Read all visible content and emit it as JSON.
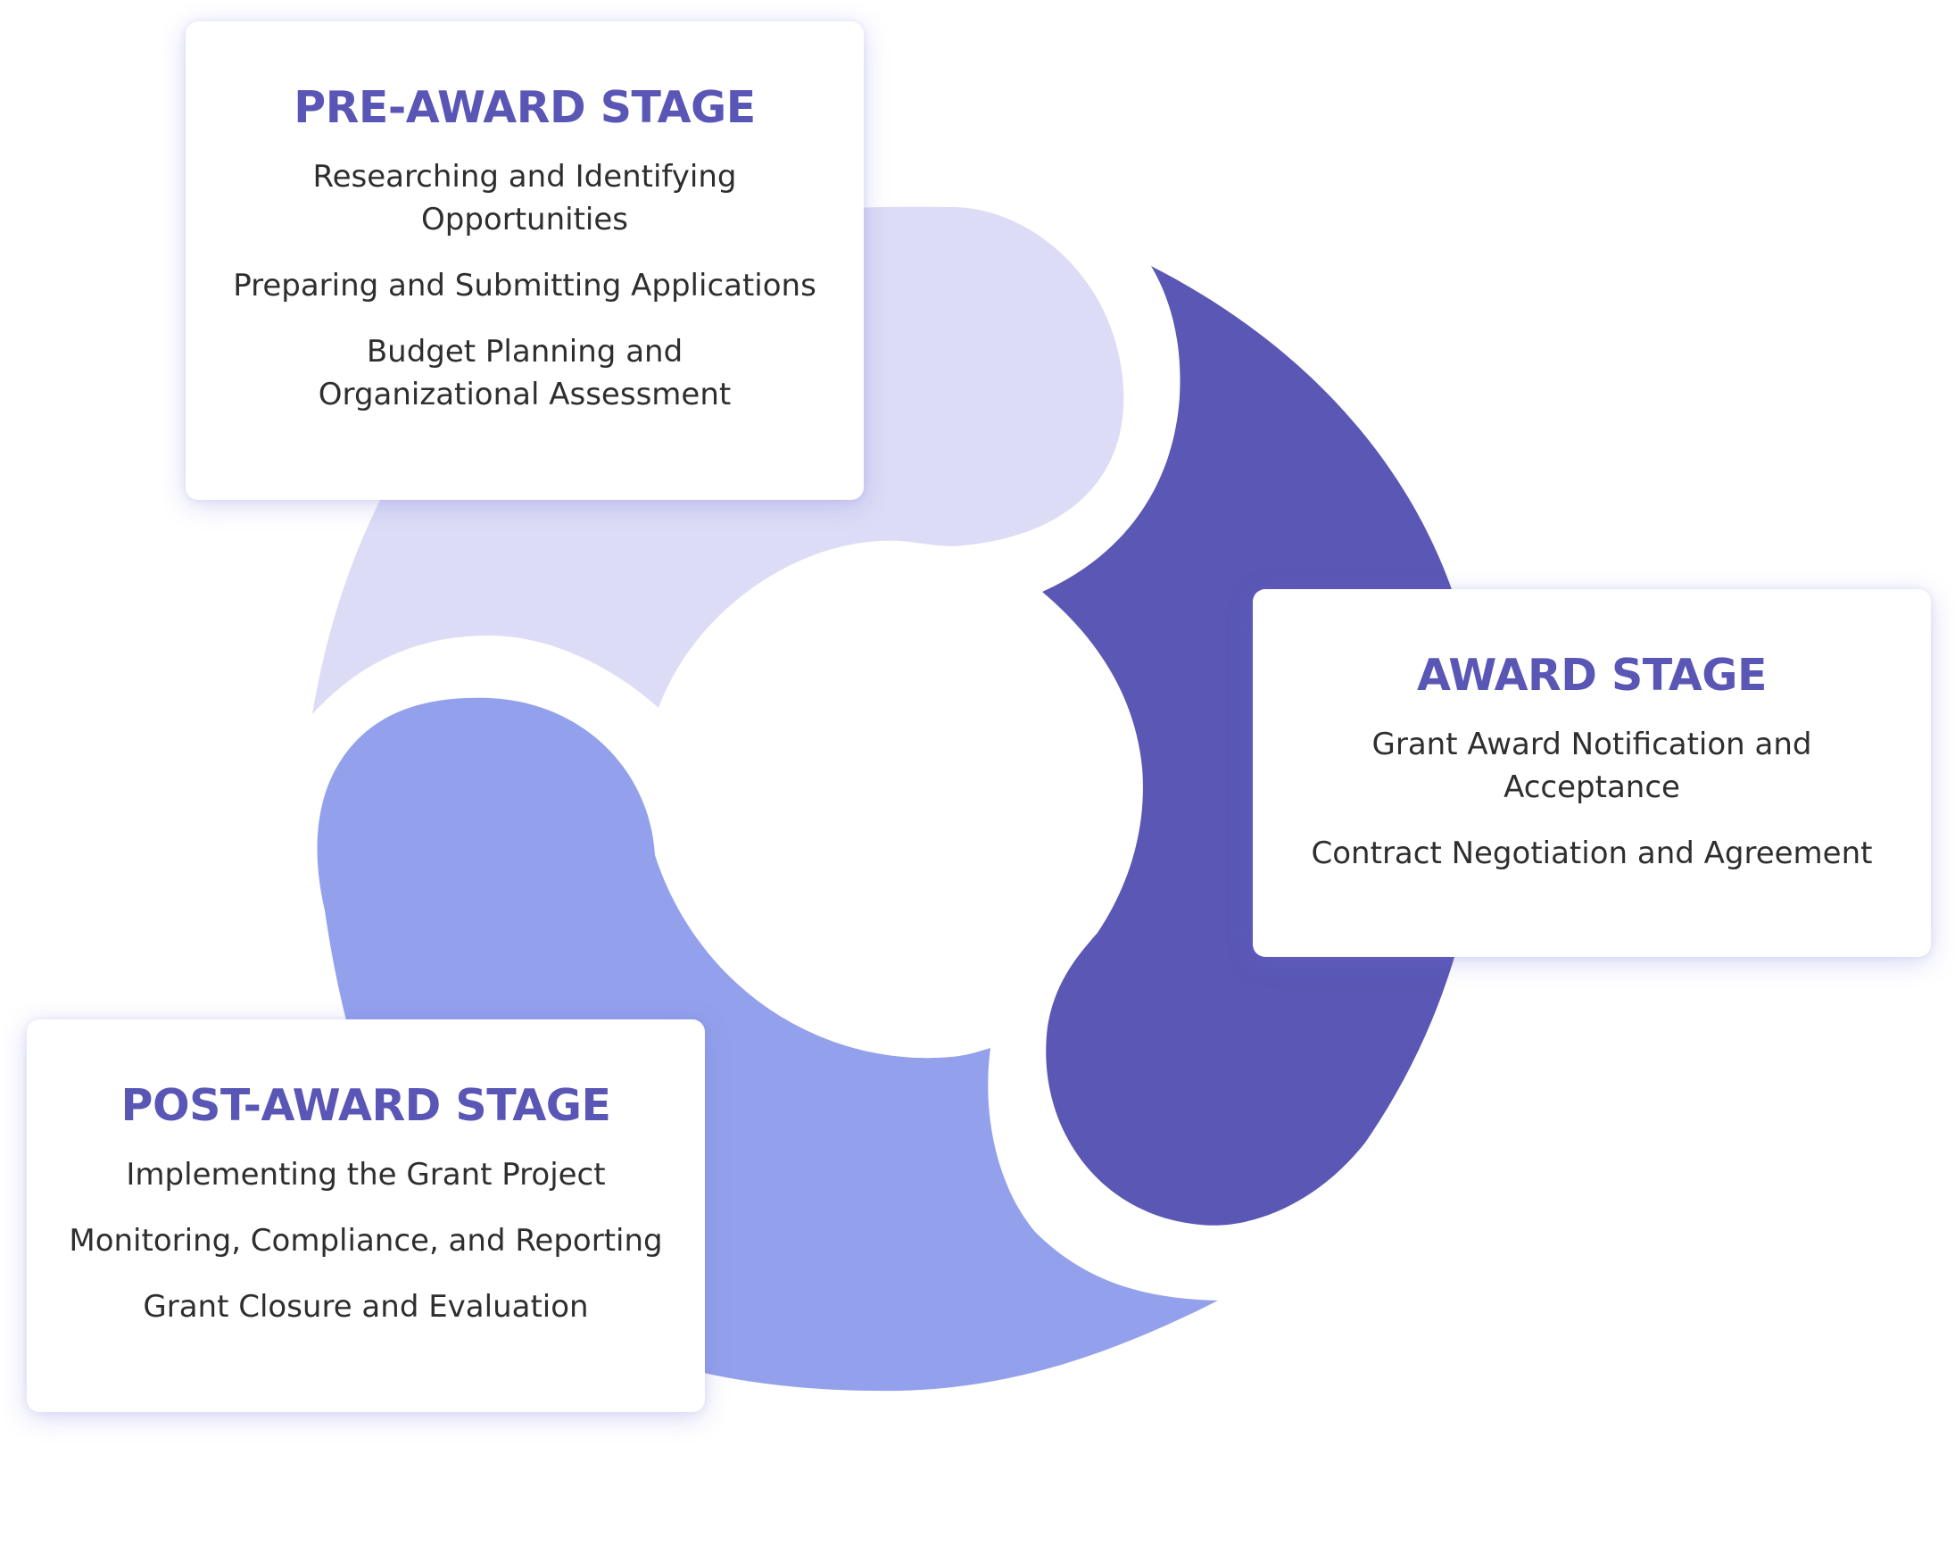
{
  "colors": {
    "pre_award_segment": "#dcdcf6",
    "award_segment": "#5a57b5",
    "post_award_segment": "#93a1ec",
    "title_text": "#5a56b6",
    "body_text": "#2e2e2e"
  },
  "stages": [
    {
      "title": "PRE-AWARD STAGE",
      "items": [
        "Researching and Identifying Opportunities",
        "Preparing and Submitting Applications",
        "Budget Planning and Organizational Assessment"
      ]
    },
    {
      "title": "AWARD STAGE",
      "items": [
        "Grant Award Notification and Acceptance",
        "Contract Negotiation and Agreement"
      ]
    },
    {
      "title": "POST-AWARD STAGE",
      "items": [
        "Implementing the Grant Project",
        "Monitoring, Compliance, and Reporting",
        "Grant Closure and Evaluation"
      ]
    }
  ]
}
